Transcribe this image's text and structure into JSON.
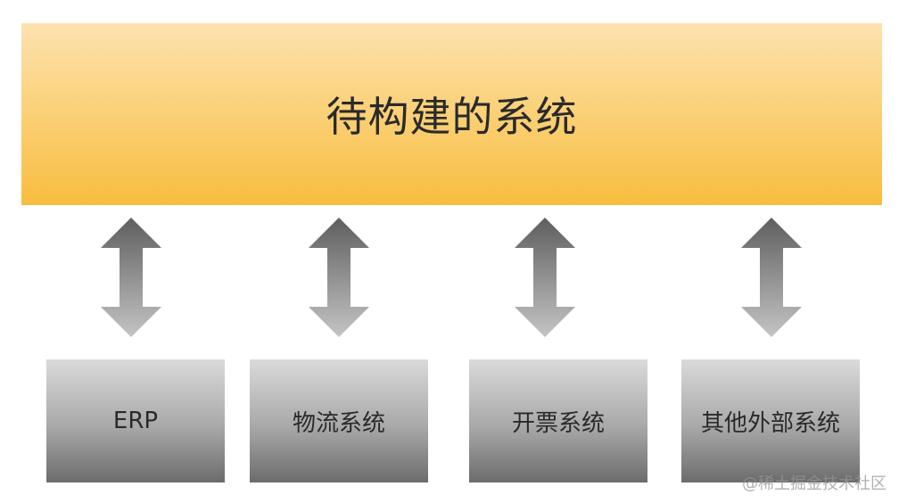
{
  "main_system": {
    "title": "待构建的系统"
  },
  "external_systems": [
    {
      "label": "ERP"
    },
    {
      "label": "物流系统"
    },
    {
      "label": "开票系统"
    },
    {
      "label": "其他外部系统"
    }
  ],
  "watermark": "@稀土掘金技术社区",
  "colors": {
    "main_top": "#fde2b0",
    "main_bottom": "#f7bd3e",
    "box_top": "#dadada",
    "box_bottom": "#6c6c6c",
    "arrow_dark": "#5e5e5e",
    "arrow_light": "#c4c4c4"
  }
}
